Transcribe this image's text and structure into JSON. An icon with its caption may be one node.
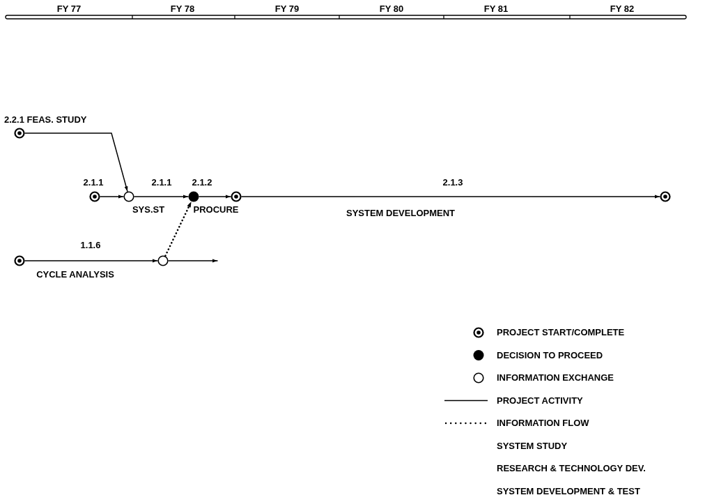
{
  "diagram": {
    "nodes": [
      {
        "text": [],
        "shape": "circle",
        "beside": [
          "2.2.1 FEAS. STUDY"
        ]
      },
      {
        "text": [],
        "shape": "circle"
      },
      {
        "text": [],
        "shape": "circle"
      },
      {
        "text": [],
        "shape": "circle"
      },
      {
        "text": [],
        "shape": "circle"
      },
      {
        "text": [],
        "shape": "circle"
      },
      {
        "text": [],
        "shape": "circle"
      },
      {
        "text": [],
        "shape": "circle"
      }
    ],
    "edges": [
      {
        "from": 0,
        "to": 2,
        "arrow": "to"
      },
      {
        "from": 1,
        "to": 2,
        "arrow": "to",
        "label": "2.1.1"
      },
      {
        "from": 2,
        "to": 3,
        "arrow": "to",
        "label": "2.1.1"
      },
      {
        "from": 3,
        "to": 4,
        "arrow": "to",
        "label": "2.1.2"
      },
      {
        "from": 4,
        "to": 5,
        "arrow": "to",
        "label": "2.1.3"
      },
      {
        "from": 6,
        "to": 7,
        "arrow": "to",
        "label": "1.1.6"
      },
      {
        "from": 7,
        "to": null,
        "arrow": "to"
      },
      {
        "from": 7,
        "to": 3,
        "arrow": "to",
        "style": "dashed"
      }
    ],
    "labels": [
      "FY 77",
      "FY 78",
      "FY 79",
      "FY 80",
      "FY 81",
      "FY 82",
      "SYS.ST",
      "PROCURE",
      "SYSTEM DEVELOPMENT",
      "CYCLE ANALYSIS"
    ],
    "legend": [
      {
        "text": "PROJECT START/COMPLETE"
      },
      {
        "text": "DECISION TO PROCEED"
      },
      {
        "text": "INFORMATION EXCHANGE"
      },
      {
        "text": "PROJECT ACTIVITY"
      },
      {
        "text": "INFORMATION FLOW"
      },
      {
        "text": "SYSTEM STUDY"
      },
      {
        "text": "RESEARCH & TECHNOLOGY DEV."
      },
      {
        "text": "SYSTEM DEVELOPMENT & TEST"
      }
    ]
  }
}
